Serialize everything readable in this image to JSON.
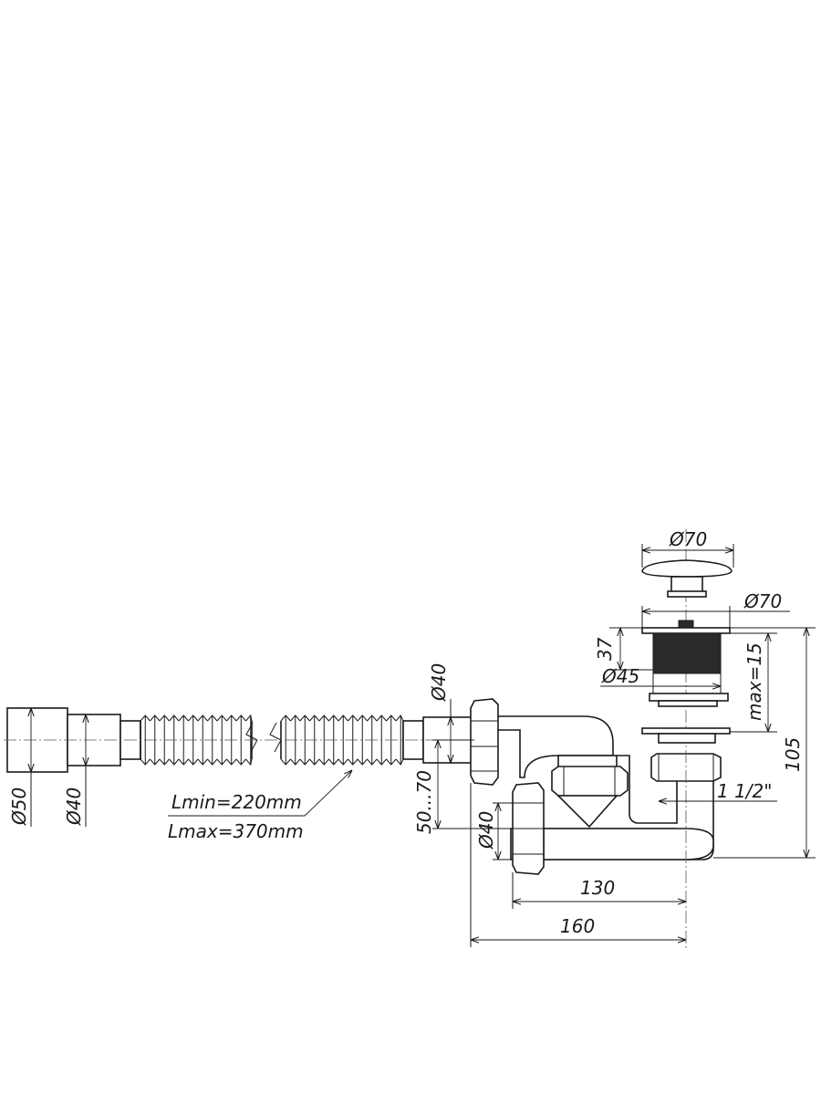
{
  "labels": {
    "cap_diameter": "Ø70",
    "flange_diameter": "Ø70",
    "thread_diameter": "Ø45",
    "height_37": "37",
    "max_15": "max=15",
    "total_height": "105",
    "thread_size": "1 1/2\"",
    "hose_end_diameter": "Ø50",
    "hose_diameter": "Ø40",
    "inlet_diameter": "Ø40",
    "outlet_diameter": "Ø40",
    "height_range": "50...70",
    "length_130": "130",
    "length_160": "160",
    "lmin": "Lmin=220mm",
    "lmax": "Lmax=370mm"
  },
  "colors": {
    "line": "#1a1a1a",
    "background": "#ffffff"
  }
}
